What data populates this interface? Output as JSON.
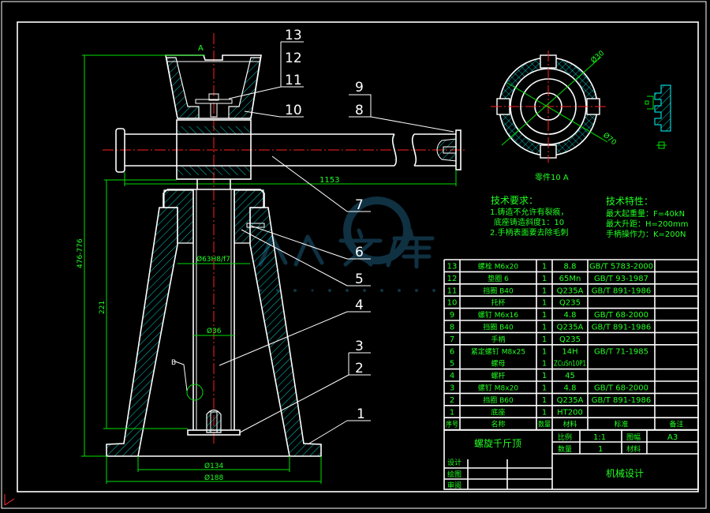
{
  "drawing": {
    "view_label": "A",
    "balloons": [
      "13",
      "12",
      "11",
      "10",
      "9",
      "8",
      "7",
      "6",
      "5",
      "4",
      "3",
      "2",
      "1"
    ],
    "detail_label": "B",
    "dimensions": {
      "handle_length": "1153",
      "nut_fit": "Ø63H8/f7",
      "screw_dia": "Ø36",
      "base_inner": "Ø134",
      "base_outer": "Ø188",
      "total_height": "476-776",
      "base_height": "221"
    },
    "section_view": {
      "caption": "零件10 A",
      "dim_a": "Ø30",
      "dim_b": "Ø70"
    }
  },
  "tech_requirements": {
    "title": "技术要求：",
    "lines": [
      "1.铸造不允许有裂痕，",
      "底座铸造斜度1：10",
      "2.手柄表面要去除毛刺"
    ]
  },
  "tech_specs": {
    "title": "技术特性：",
    "lines": [
      "最大起重量：F=40kN",
      "最大升距：H=200mm",
      "手柄操作力：K=200N"
    ]
  },
  "parts_table": {
    "headers": [
      "序号",
      "名称",
      "数量",
      "材料",
      "标准",
      "备注"
    ],
    "rows": [
      [
        "13",
        "螺栓 M6x20",
        "1",
        "8.8",
        "GB/T 5783-2000",
        ""
      ],
      [
        "12",
        "垫圈 6",
        "1",
        "65Mn",
        "GB/T 93-1987",
        ""
      ],
      [
        "11",
        "挡圈 B40",
        "1",
        "Q235A",
        "GB/T 891-1986",
        ""
      ],
      [
        "10",
        "托杯",
        "1",
        "Q235",
        "",
        ""
      ],
      [
        "9",
        "螺钉 M6x16",
        "1",
        "4.8",
        "GB/T 68-2000",
        ""
      ],
      [
        "8",
        "挡圈 B40",
        "1",
        "Q235A",
        "GB/T 891-1986",
        ""
      ],
      [
        "7",
        "手柄",
        "1",
        "Q235",
        "",
        ""
      ],
      [
        "6",
        "紧定螺钉 M8x25",
        "1",
        "14H",
        "GB/T 71-1985",
        ""
      ],
      [
        "5",
        "螺母",
        "1",
        "ZCuSn10P1",
        "",
        ""
      ],
      [
        "4",
        "螺杆",
        "1",
        "45",
        "",
        ""
      ],
      [
        "3",
        "螺钉 M8x20",
        "1",
        "4.8",
        "GB/T 68-2000",
        ""
      ],
      [
        "2",
        "挡圈 B60",
        "1",
        "Q235A",
        "GB/T 891-1986",
        ""
      ],
      [
        "1",
        "底座",
        "1",
        "HT200",
        "",
        ""
      ]
    ]
  },
  "title_block": {
    "title": "螺旋千斤顶",
    "scale_label": "比例",
    "scale": "1:1",
    "size_label": "图幅",
    "size": "A3",
    "qty_label": "数量",
    "qty": "1",
    "material_label": "材料",
    "material": "",
    "designer_label": "设计",
    "drafter_label": "绘图",
    "reviewer_label": "审阅",
    "org": "机械设计"
  },
  "watermark": {
    "text": "人人文库",
    "url": "www.renrendoc.com"
  },
  "colors": {
    "line": "#ffffff",
    "text": "#22ff22",
    "hatch": "#00ffff",
    "center": "#ff2020"
  }
}
